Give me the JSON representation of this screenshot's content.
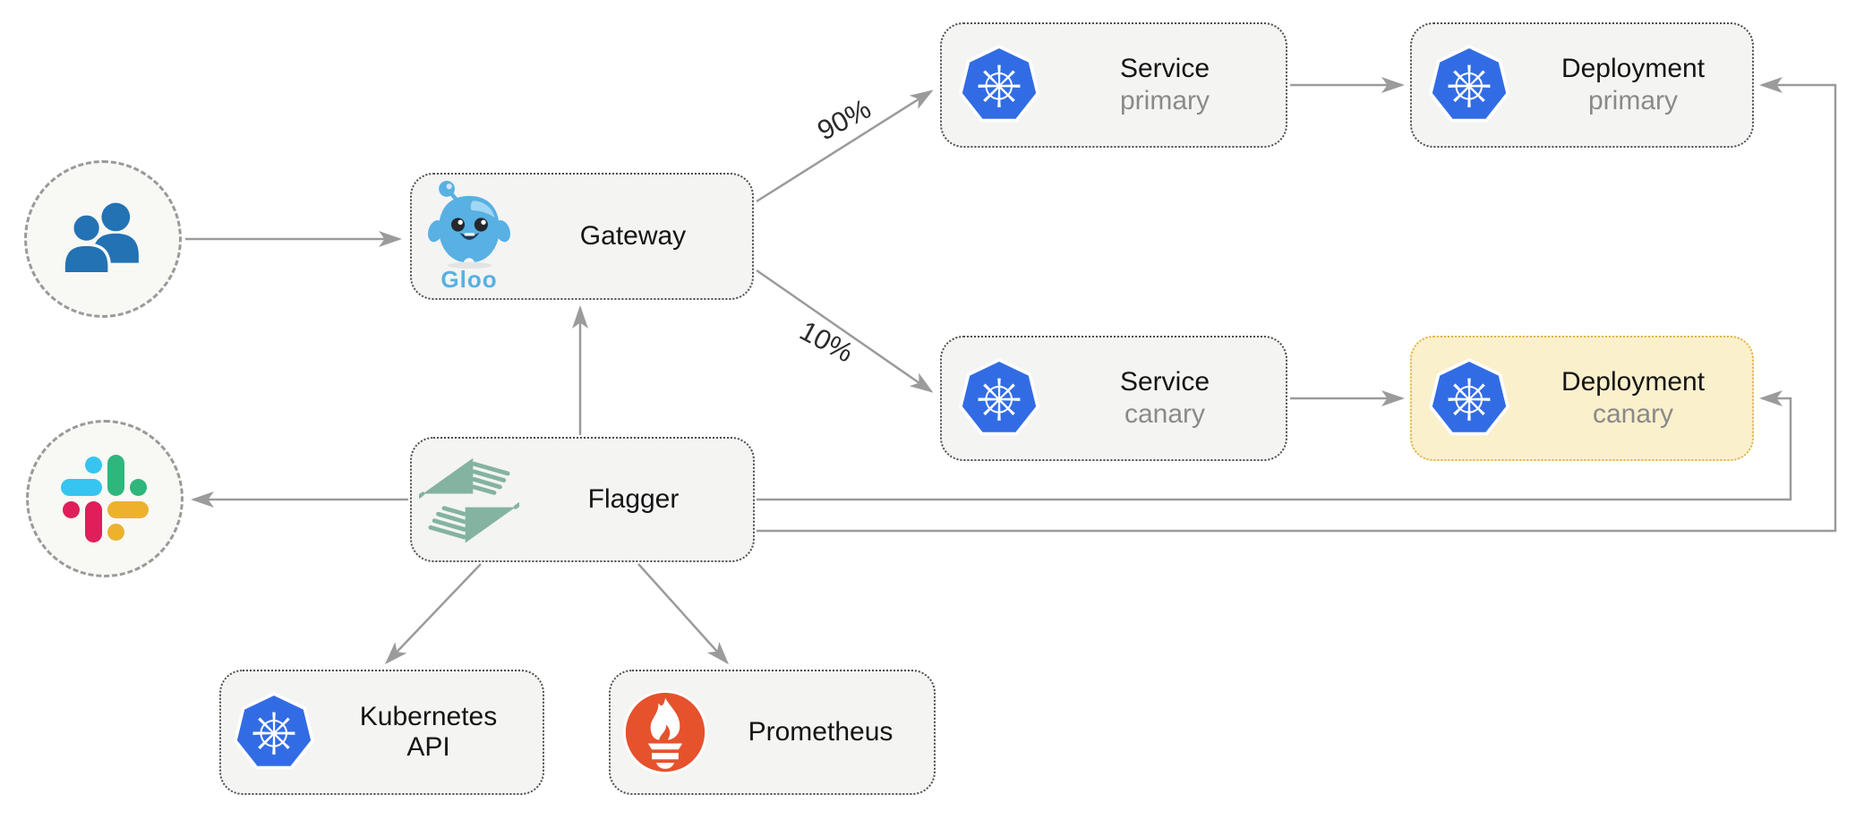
{
  "nodes": {
    "users": {
      "icon": "users-icon"
    },
    "gateway": {
      "title": "Gateway",
      "logo_text": "Gloo",
      "icon": "gloo-mascot-icon"
    },
    "service_primary": {
      "title": "Service",
      "subtitle": "primary",
      "icon": "kubernetes-icon"
    },
    "deployment_primary": {
      "title": "Deployment",
      "subtitle": "primary",
      "icon": "kubernetes-icon"
    },
    "service_canary": {
      "title": "Service",
      "subtitle": "canary",
      "icon": "kubernetes-icon"
    },
    "deployment_canary": {
      "title": "Deployment",
      "subtitle": "canary",
      "icon": "kubernetes-icon",
      "highlighted": true
    },
    "flagger": {
      "title": "Flagger",
      "icon": "flagger-icon"
    },
    "slack": {
      "icon": "slack-icon"
    },
    "kubernetes_api": {
      "title": "Kubernetes API",
      "icon": "kubernetes-icon"
    },
    "prometheus": {
      "title": "Prometheus",
      "icon": "prometheus-icon"
    }
  },
  "edge_labels": {
    "primary_traffic": "90%",
    "canary_traffic": "10%"
  },
  "glyphs": {
    "kubernetes_helm": "⎈"
  },
  "colors": {
    "arrow": "#9b9b9b",
    "node_background": "#f4f4f3",
    "node_border": "#4d4d4d",
    "canary_background": "#fbf0cc",
    "canary_border": "#dfb54a",
    "kubernetes_blue": "#326CE5",
    "prometheus_orange": "#E6522C",
    "gloo_blue": "#58B0E3",
    "flagger_green": "#84B3A1",
    "users_blue": "#2272B4",
    "slack_blue": "#36C5F0",
    "slack_green": "#2EB67D",
    "slack_yellow": "#ECB22E",
    "slack_red": "#E01E5A",
    "title_text": "#141414",
    "subtitle_text": "#8a8a8a"
  }
}
